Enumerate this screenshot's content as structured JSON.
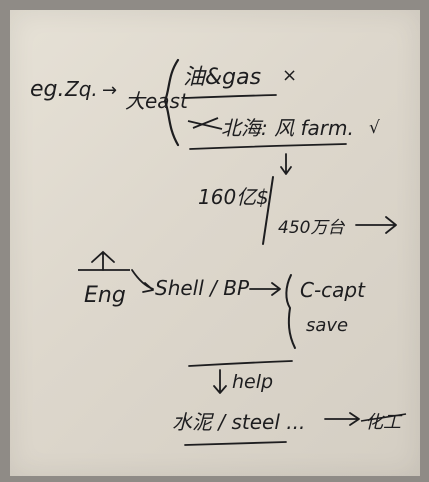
{
  "note": {
    "line1": {
      "prefix": "eg.",
      "subject": "Zq.",
      "arrow": "→",
      "target": "大east"
    },
    "branch_top": {
      "text": "油&gas",
      "mark": "×"
    },
    "branch_bottom": {
      "text": "北海: 风 farm.",
      "mark": "√"
    },
    "investment": {
      "amount": "160亿$",
      "turbines": "450万台"
    },
    "eng_section": {
      "label": "Eng",
      "companies": "Shell / BP",
      "c_cap": "C-capt",
      "save": "save"
    },
    "help": "help",
    "bottom_line": {
      "materials": "水泥 / steel ...",
      "result": "化工"
    },
    "colors": {
      "ink": "#1d1d1f",
      "paper": "#e6e1d6",
      "background": "#8f8b86"
    }
  }
}
